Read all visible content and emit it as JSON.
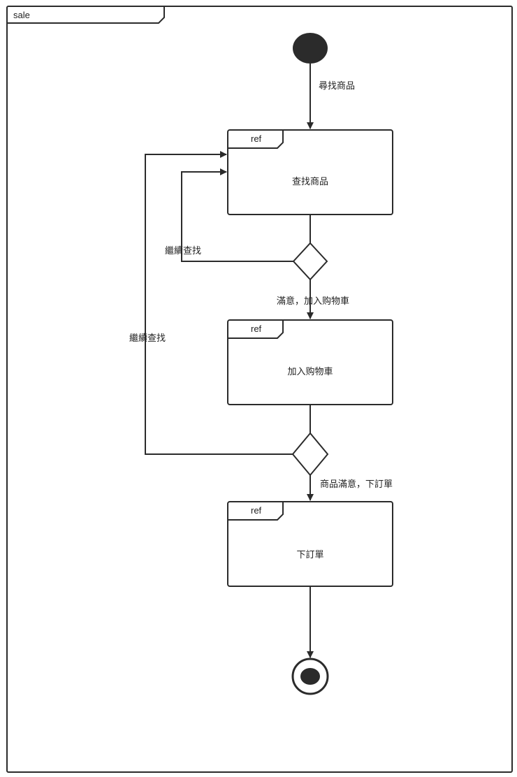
{
  "frame": {
    "title": "sale"
  },
  "nodes": {
    "start": {
      "kind": "initial"
    },
    "find_goods": {
      "tag": "ref",
      "label": "查找商品"
    },
    "decision_1": {
      "kind": "decision"
    },
    "add_to_cart": {
      "tag": "ref",
      "label": "加入购物車"
    },
    "decision_2": {
      "kind": "decision"
    },
    "place_order": {
      "tag": "ref",
      "label": "下訂單"
    },
    "end": {
      "kind": "final"
    }
  },
  "edges": {
    "search_goods": "尋找商品",
    "continue_search_inner": "繼續查找",
    "satisfied_add_cart": "滿意，加入购物車",
    "continue_search_outer": "繼續查找",
    "goods_satisfied_order": "商品滿意，下訂單"
  },
  "colors": {
    "stroke": "#2b2b2b",
    "fill": "#ffffff",
    "node_dark": "#2b2b2b"
  }
}
